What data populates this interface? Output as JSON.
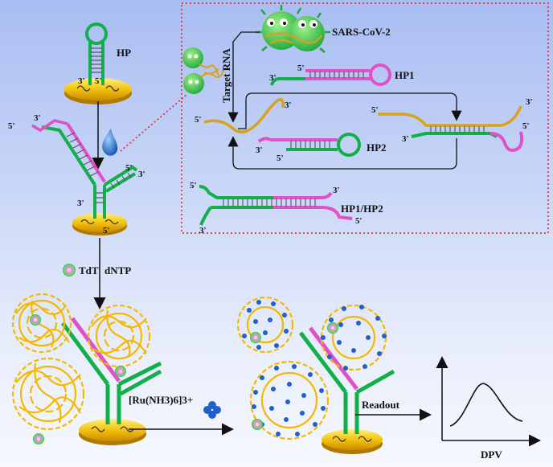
{
  "labels": {
    "hp": "HP",
    "sars": "SARS-CoV-2",
    "target_rna": "Target RNA",
    "hp1": "HP1",
    "hp2": "HP2",
    "hp1hp2": "HP1/HP2",
    "tdt": "TdT",
    "dntp": "dNTP",
    "ru": "[Ru(NH3)6]3+",
    "readout": "Readout",
    "dpv": "DPV",
    "three_prime": "3'",
    "five_prime": "5'"
  },
  "colors": {
    "stem": "#12b04a",
    "loop_pink": "#e050c8",
    "rna_gold": "#d8a21a",
    "rungs": "#555555",
    "electrode": "#e8b40c",
    "inset_border": "#e02020",
    "growth": "#f5b800",
    "ru_blue": "#1f5fd0",
    "drop": "#1a66c8"
  }
}
